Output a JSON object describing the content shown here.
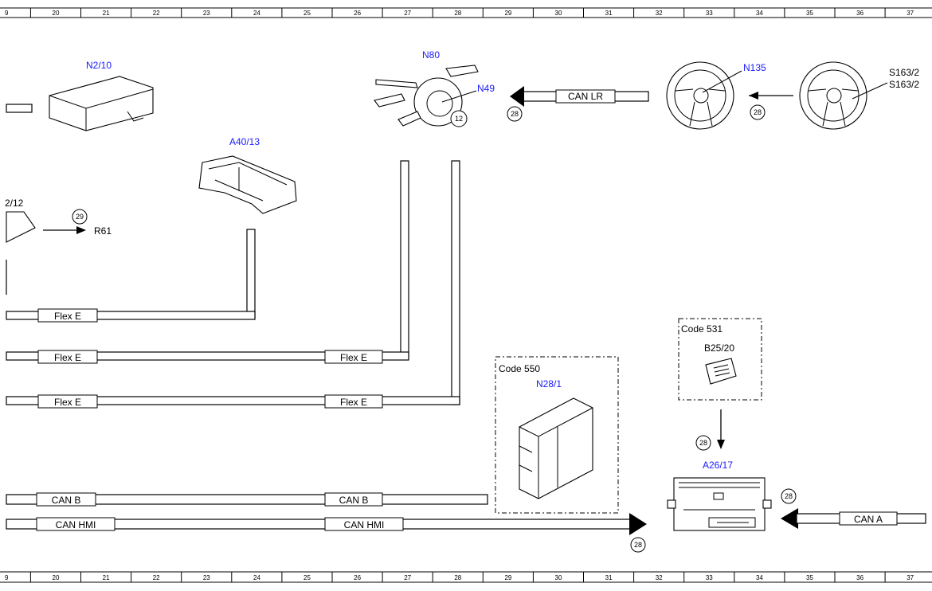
{
  "ruler": {
    "labels": [
      "9",
      "20",
      "21",
      "22",
      "23",
      "24",
      "25",
      "26",
      "27",
      "28",
      "29",
      "30",
      "31",
      "32",
      "33",
      "34",
      "35",
      "36",
      "37"
    ]
  },
  "components": {
    "n2_10": "N2/10",
    "a40_13": "A40/13",
    "n80": "N80",
    "n49": "N49",
    "n135": "N135",
    "s163_a": "S163/2",
    "s163_b": "S163/2",
    "partial_12": "2/12",
    "r61": "R61",
    "n28_1": "N28/1",
    "b25_20": "B25/20",
    "a26_17": "A26/17"
  },
  "code_boxes": {
    "code550": "Code 550",
    "code531": "Code 531"
  },
  "buses": {
    "can_lr": "CAN LR",
    "flex_e": "Flex E",
    "can_b": "CAN B",
    "can_hmi": "CAN HMI",
    "can_a": "CAN A"
  },
  "refs": {
    "r12": "12",
    "r28": "28",
    "r29": "29"
  },
  "colors": {
    "component_label": "#1a1aff",
    "line": "#000000"
  }
}
